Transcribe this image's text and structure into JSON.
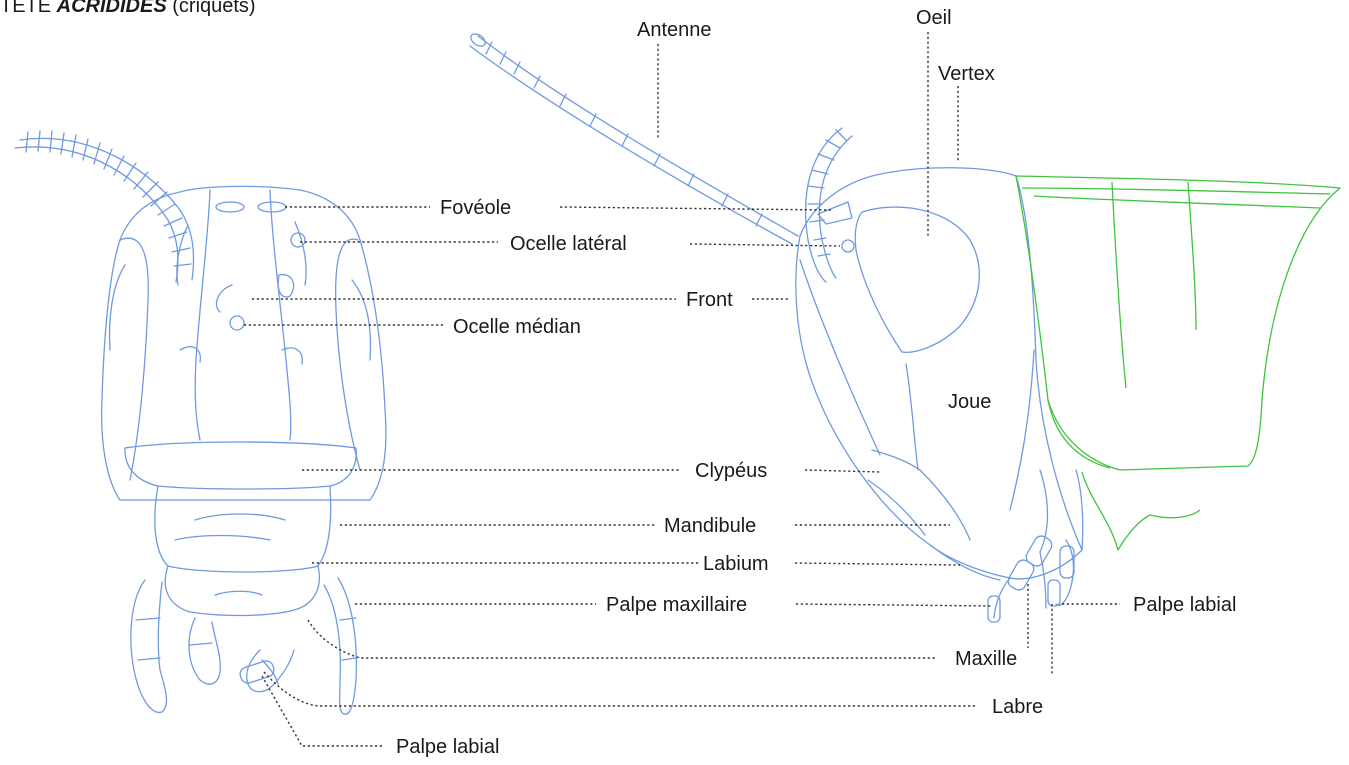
{
  "title": {
    "prefix": "TÊTE ",
    "emphasis": "ACRIDIDÉS",
    "suffix": " (criquets)"
  },
  "labels": {
    "antenne": "Antenne",
    "oeil": "Oeil",
    "vertex": "Vertex",
    "foveole": "Fovéole",
    "ocelle_lateral": "Ocelle latéral",
    "front": "Front",
    "ocelle_median": "Ocelle médian",
    "joue": "Joue",
    "clypeus": "Clypéus",
    "mandibule": "Mandibule",
    "labium": "Labium",
    "palpe_maxillaire": "Palpe maxillaire",
    "palpe_labial_right": "Palpe labial",
    "maxille": "Maxille",
    "labre": "Labre",
    "palpe_labial_bottom": "Palpe labial"
  },
  "colors": {
    "head_outline": "#6f9ae0",
    "pronotum_outline": "#3fc43f",
    "leader_lines": "#333333",
    "text": "#1a1a1a"
  }
}
